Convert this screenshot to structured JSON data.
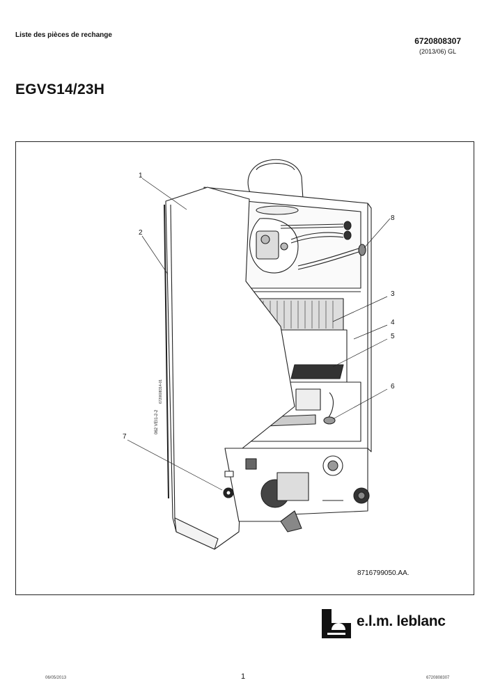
{
  "header": {
    "title": "Liste des pièces de rechange",
    "doc_number": "6720808307",
    "revision": "(2013/06) GL"
  },
  "model": "EGVS14/23H",
  "figure": {
    "callouts": [
      "1",
      "2",
      "3",
      "4",
      "5",
      "6",
      "7",
      "8"
    ],
    "figure_code": "8716799050.AA.",
    "side_text_1": "062 VEI1-2-2",
    "side_text_2": "6720608314-01"
  },
  "brand": {
    "name": "e.l.m. leblanc"
  },
  "footer": {
    "date": "06/05/2013",
    "page": "1",
    "doc_number": "6720808307"
  }
}
